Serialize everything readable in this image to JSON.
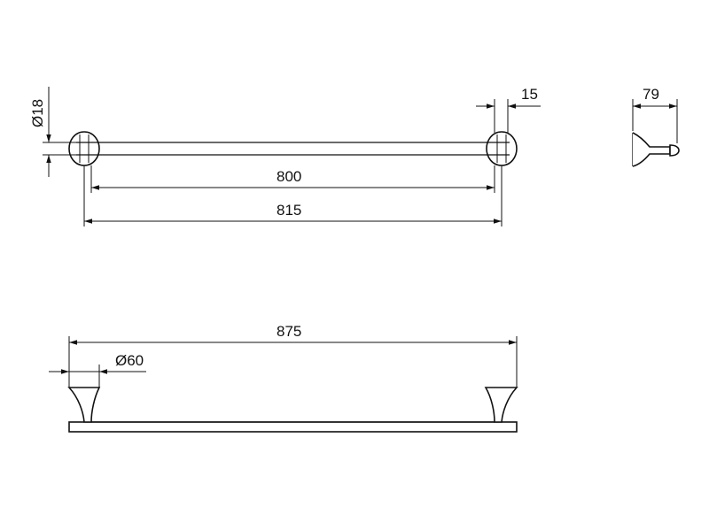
{
  "drawing": {
    "type": "technical-drawing",
    "views": {
      "top": {
        "dimensions": {
          "diameter_bar": "Ø18",
          "flange_thickness": "15",
          "inner_length": "800",
          "outer_length": "815"
        }
      },
      "side": {
        "dimensions": {
          "projection": "79"
        }
      },
      "front": {
        "dimensions": {
          "overall_length": "875",
          "flange_diameter": "Ø60"
        }
      }
    },
    "line_color": "#111111",
    "background": "#ffffff"
  }
}
